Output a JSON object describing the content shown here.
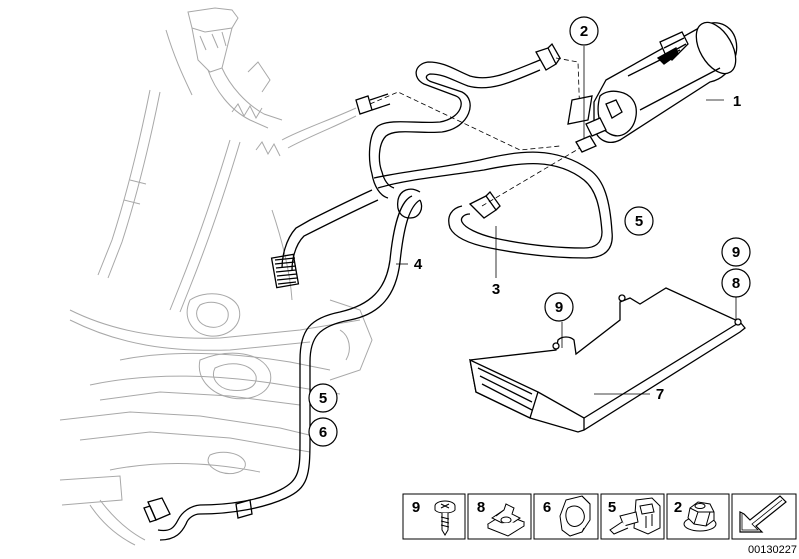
{
  "callouts": {
    "c1": "1",
    "c2": "2",
    "c3": "3",
    "c4": "4",
    "c5a": "5",
    "c5b": "5",
    "c6": "6",
    "c7": "7",
    "c8": "8",
    "c9a": "9",
    "c9b": "9"
  },
  "legend": {
    "items": [
      {
        "number": "9",
        "part": "screw-icon"
      },
      {
        "number": "8",
        "part": "clip-nut-icon"
      },
      {
        "number": "6",
        "part": "hose-clip-icon"
      },
      {
        "number": "5",
        "part": "double-clip-icon"
      },
      {
        "number": "2",
        "part": "hex-nut-icon"
      }
    ],
    "nav_icon": "arrow-icon"
  },
  "reference_number": "00130227"
}
